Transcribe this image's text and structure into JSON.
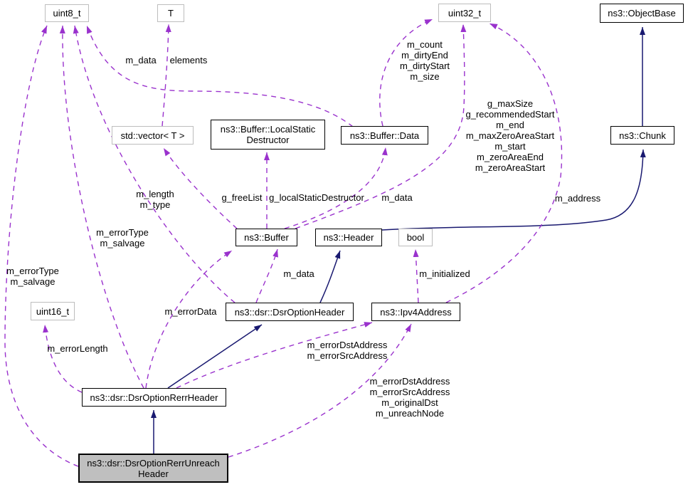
{
  "diagram": {
    "title": "ns3::dsr::DsrOptionRerrUnreachHeader collaboration graph",
    "colors": {
      "inheritance_edge": "#191970",
      "usage_edge": "#9a32cd",
      "class_border": "#000000",
      "plain_border": "#bdbdbd",
      "focus_fill": "#bfbfbf",
      "background": "#ffffff"
    },
    "nodes": {
      "uint8_t": {
        "label": "uint8_t"
      },
      "t": {
        "label": "T"
      },
      "uint32_t": {
        "label": "uint32_t"
      },
      "object_base": {
        "label": "ns3::ObjectBase"
      },
      "std_vector": {
        "label": "std::vector< T >"
      },
      "local_static_destructor": {
        "label": "ns3::Buffer::LocalStatic\nDestructor"
      },
      "buffer_data": {
        "label": "ns3::Buffer::Data"
      },
      "chunk": {
        "label": "ns3::Chunk"
      },
      "buffer": {
        "label": "ns3::Buffer"
      },
      "header": {
        "label": "ns3::Header"
      },
      "bool": {
        "label": "bool"
      },
      "uint16_t": {
        "label": "uint16_t"
      },
      "dsr_option_header": {
        "label": "ns3::dsr::DsrOptionHeader"
      },
      "ipv4_address": {
        "label": "ns3::Ipv4Address"
      },
      "dsr_option_rerr_header": {
        "label": "ns3::dsr::DsrOptionRerrHeader"
      },
      "dsr_option_rerr_unreach_header": {
        "label": "ns3::dsr::DsrOptionRerrUnreach\nHeader"
      }
    },
    "edge_labels": {
      "m_data_top": {
        "text": "m_data"
      },
      "elements": {
        "text": "elements"
      },
      "buffer_data_fields": {
        "text": "m_count\nm_dirtyEnd\nm_dirtyStart\nm_size"
      },
      "buffer_fields": {
        "text": "g_maxSize\ng_recommendedStart\nm_end\nm_maxZeroAreaStart\nm_start\nm_zeroAreaEnd\nm_zeroAreaStart"
      },
      "m_length_m_type": {
        "text": "m_length\nm_type"
      },
      "m_error_type_salvage_rerr": {
        "text": "m_errorType\nm_salvage"
      },
      "m_error_type_salvage_unreach": {
        "text": "m_errorType\nm_salvage"
      },
      "g_free_list": {
        "text": "g_freeList"
      },
      "g_local_static_destructor": {
        "text": "g_localStaticDestructor"
      },
      "m_data_buffer": {
        "text": "m_data"
      },
      "m_address": {
        "text": "m_address"
      },
      "m_data_option": {
        "text": "m_data"
      },
      "m_initialized": {
        "text": "m_initialized"
      },
      "m_error_data": {
        "text": "m_errorData"
      },
      "m_error_length": {
        "text": "m_errorLength"
      },
      "error_addresses_rerr": {
        "text": "m_errorDstAddress\nm_errorSrcAddress"
      },
      "error_addresses_unreach": {
        "text": "m_errorDstAddress\nm_errorSrcAddress\nm_originalDst\nm_unreachNode"
      }
    }
  }
}
